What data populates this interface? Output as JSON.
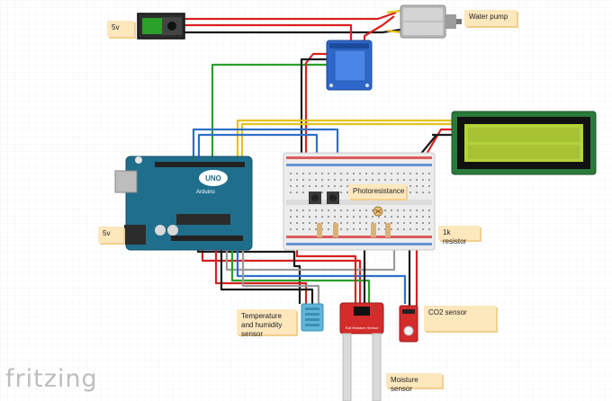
{
  "labels": {
    "supply_top": "5v",
    "water_pump": "Water pump",
    "photoresistance": "Photoresistance",
    "supply_left": "5v",
    "resistor": "1k resistor",
    "temp_humidity": "Temperature and humidity sensor",
    "co2": "CO2 sensor",
    "moisture": "Moisture sensor"
  },
  "board": {
    "logo": "UNO",
    "brand": "Arduino"
  },
  "moisture_module_text": "Soil Moisture Sensor",
  "brand": "fritzing",
  "colors": {
    "wire_red": "#d92020",
    "wire_black": "#1a1a1a",
    "wire_blue": "#2f6fc9",
    "wire_green": "#2aa02a",
    "wire_yellow": "#e6c31a",
    "wire_gray": "#9a9a9a",
    "arduino": "#1f6e8c",
    "relay": "#2f66c9",
    "lcd_screen": "#b4d23a",
    "note": "#fde7bd",
    "sensor_red": "#d42b2b",
    "dht_blue": "#5fb6d9"
  }
}
